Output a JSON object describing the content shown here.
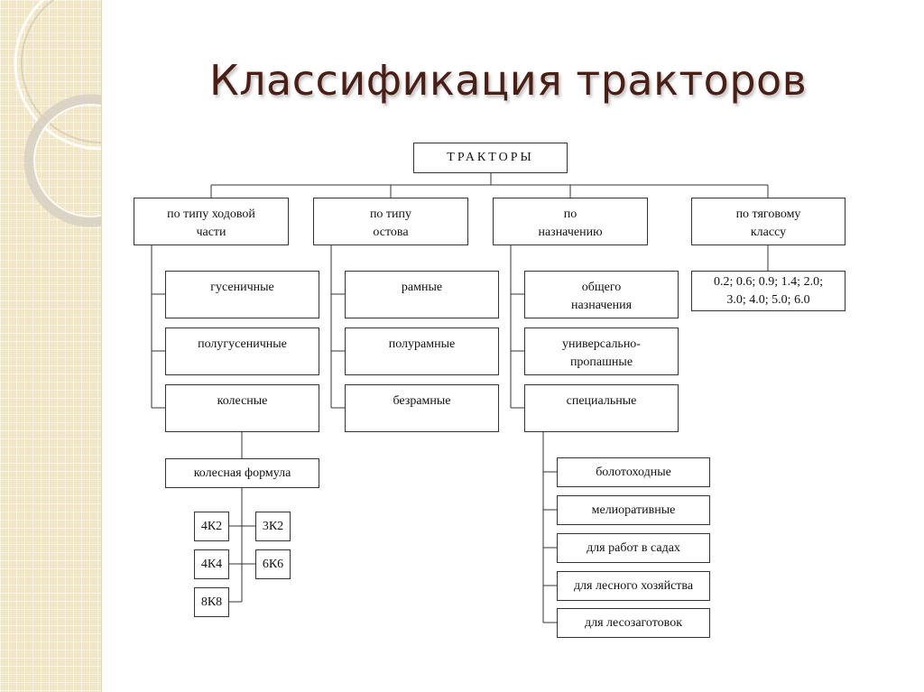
{
  "title": "Классификация тракторов",
  "diagram": {
    "root": "ТРАКТОРЫ",
    "categories": [
      {
        "label": "по типу ходовой\nчасти"
      },
      {
        "label": "по типу\nостова"
      },
      {
        "label": "по\nназначению"
      },
      {
        "label": "по тяговому\nклассу"
      }
    ],
    "undercarriage": [
      "гусеничные",
      "полугусеничные",
      "колесные"
    ],
    "wheel_formula": {
      "label": "колесная формула",
      "left": [
        "4К2",
        "4К4",
        "8К8"
      ],
      "right": [
        "3К2",
        "6К6"
      ]
    },
    "frame": [
      "рамные",
      "полурамные",
      "безрамные"
    ],
    "purpose": [
      "общего\nназначения",
      "универсально-\nпропашные",
      "специальные"
    ],
    "special": [
      "болотоходные",
      "мелиоративные",
      "для работ в садах",
      "для лесного хозяйства",
      "для лесозаготовок"
    ],
    "traction_classes": "0.2; 0.6; 0.9; 1.4; 2.0;\n3.0; 4.0; 5.0; 6.0"
  }
}
